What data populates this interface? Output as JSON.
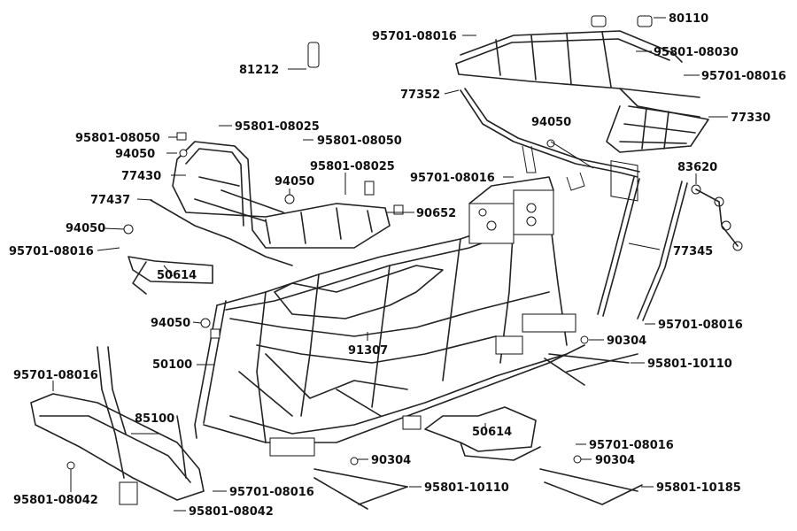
{
  "labels": {
    "l80110": "80110",
    "l95801_08030": "95801-08030",
    "l95701_08016_top": "95701-08016",
    "l95701_08016_tr": "95701-08016",
    "l81212": "81212",
    "l77352": "77352",
    "l77330": "77330",
    "l94050_r": "94050",
    "l95801_08025_a": "95801-08025",
    "l95801_08050_a": "95801-08050",
    "l95801_08050_b": "95801-08050",
    "l94050_a": "94050",
    "l95801_08025_b": "95801-08025",
    "l77430": "77430",
    "l95701_08016_mid": "95701-08016",
    "l83620": "83620",
    "l94050_b": "94050",
    "l77437": "77437",
    "l90652": "90652",
    "l94050_c": "94050",
    "l95701_08016_left": "95701-08016",
    "l77345": "77345",
    "l50614_top": "50614",
    "l94050_d": "94050",
    "l95701_08016_r2": "95701-08016",
    "l91307": "91307",
    "l90304_a": "90304",
    "l50100": "50100",
    "l95801_10110_a": "95801-10110",
    "l95701_08016_bl": "95701-08016",
    "l85100": "85100",
    "l50614_bot": "50614",
    "l95701_08016_br": "95701-08016",
    "l90304_b": "90304",
    "l90304_c": "90304",
    "l95801_10110_b": "95801-10110",
    "l95801_08042_a": "95801-08042",
    "l95701_08016_bot": "95701-08016",
    "l95801_10185": "95801-10185",
    "l95801_08042_b": "95801-08042"
  }
}
